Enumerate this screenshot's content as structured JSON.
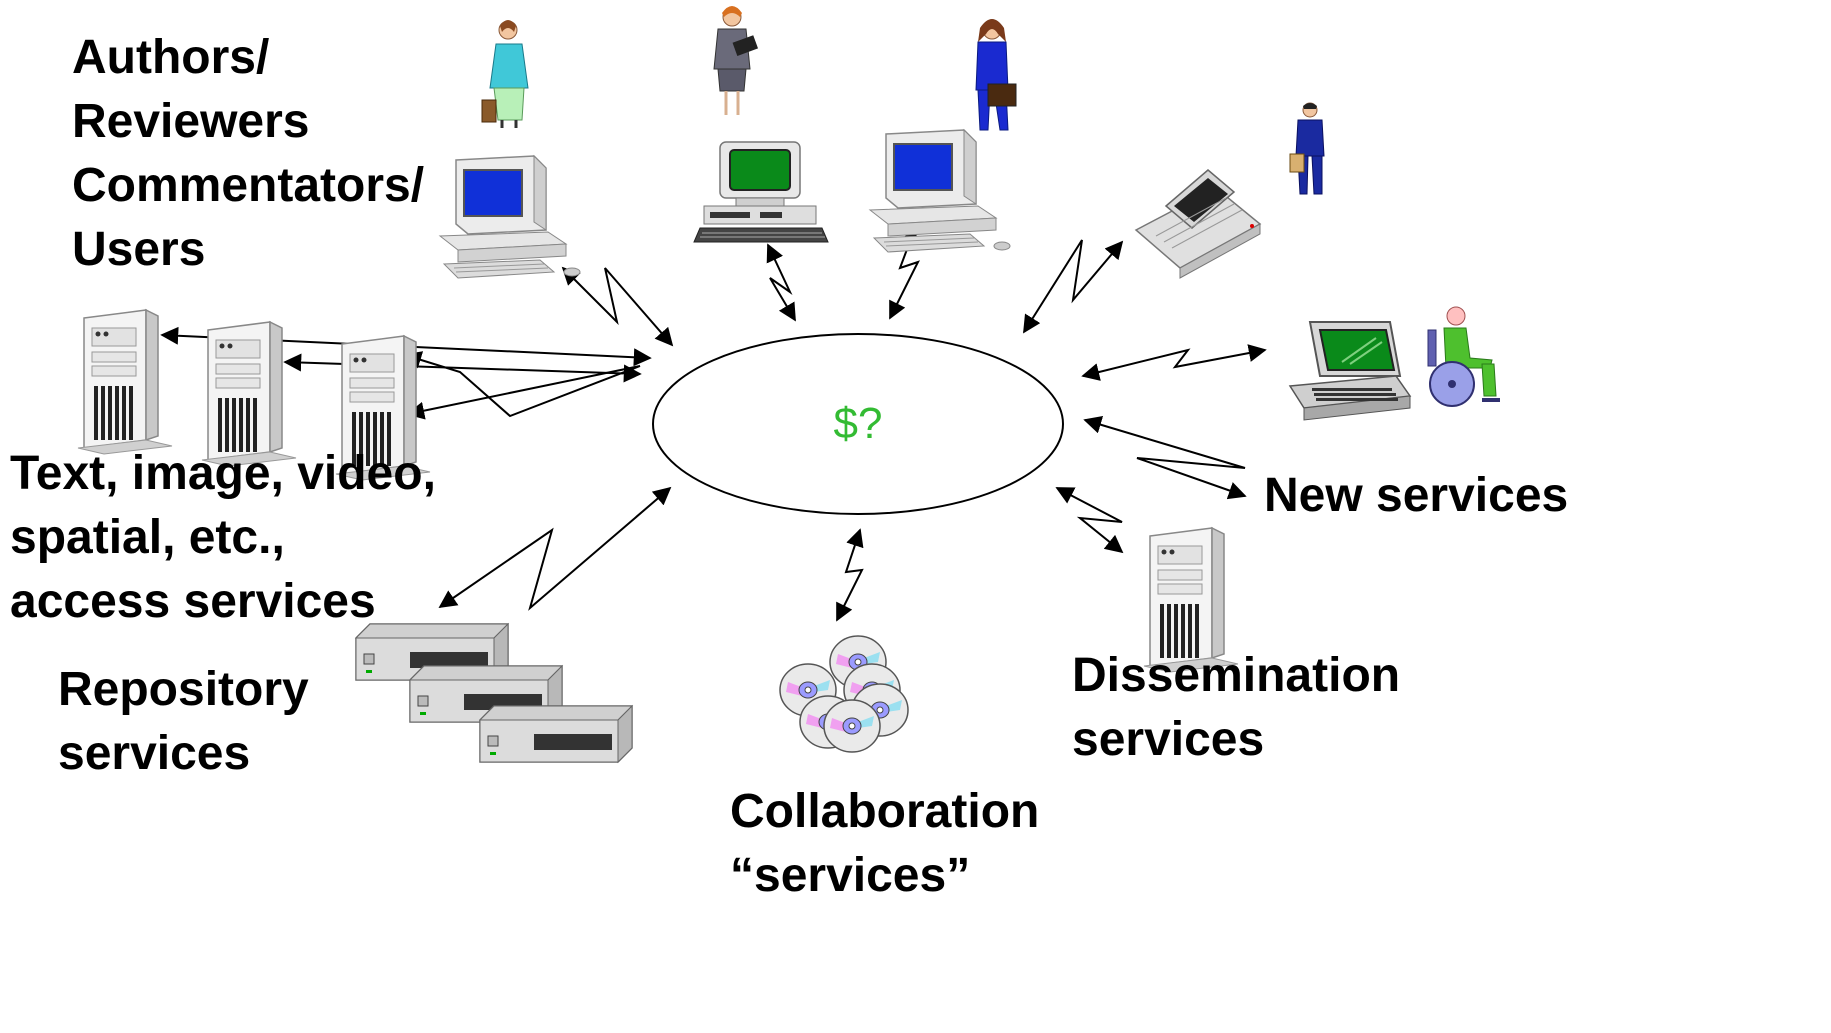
{
  "center": {
    "label": "$?",
    "label_color": "#33bb33"
  },
  "labels": {
    "users": [
      "Authors/",
      "Reviewers",
      "Commentators/",
      "Users"
    ],
    "access": [
      "Text, image, video,",
      "spatial, etc.,",
      "access services"
    ],
    "repository": [
      "Repository",
      "services"
    ],
    "collaboration": [
      "Collaboration",
      "“services”"
    ],
    "dissemination": [
      "Dissemination",
      "services"
    ],
    "new_services": [
      "New services"
    ]
  },
  "icons": [
    "woman-teal-icon",
    "woman-grey-suit-icon",
    "woman-blue-suit-icon",
    "man-blue-suit-icon",
    "desktop-computer-icon",
    "laptop-computer-icon",
    "wheelchair-user-icon",
    "tower-server-icon",
    "disk-drive-icon",
    "cd-stack-icon"
  ],
  "colors": {
    "screen_blue": "#1030d8",
    "screen_green": "#0a8a1a",
    "arrow": "#000000"
  }
}
